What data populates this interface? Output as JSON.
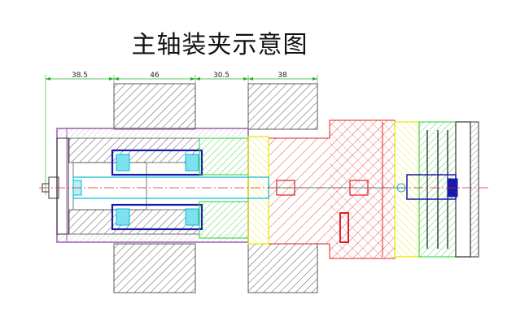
{
  "title": "主轴装夹示意图",
  "dimensions": [
    "38.5",
    "46",
    "30.5",
    "38"
  ],
  "colors": {
    "hatch_gray": "#555555",
    "housing_purple": "#9b59b6",
    "bearing_blue": "#1a1aaa",
    "cyan": "#00bcd4",
    "green": "#2ecc40",
    "yellow": "#e6e600",
    "red": "#e02020",
    "dim_green": "#22aa22"
  }
}
